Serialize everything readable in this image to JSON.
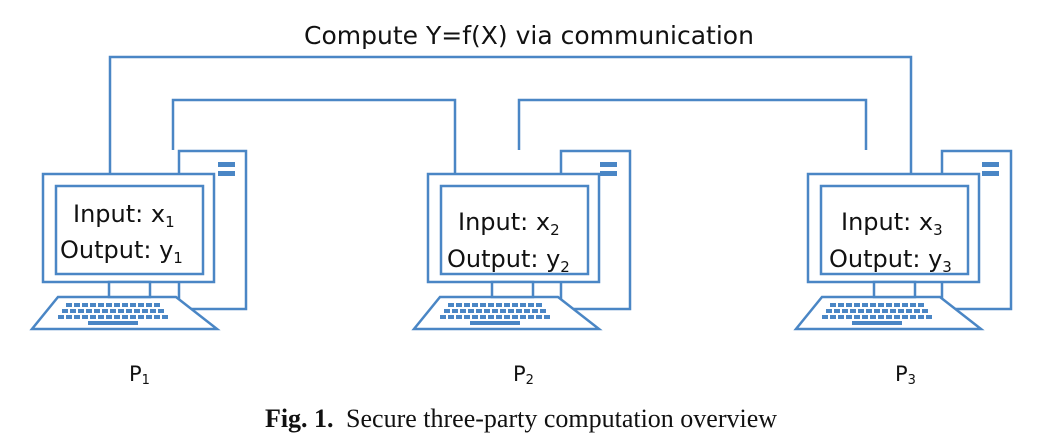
{
  "diagram": {
    "title": "Compute Y=f(X) via communication",
    "parties": [
      {
        "input_label": "Input: x",
        "input_sub": "1",
        "output_label": "Output: y",
        "output_sub": "1",
        "name": "P",
        "name_sub": "1"
      },
      {
        "input_label": "Input: x",
        "input_sub": "2",
        "output_label": "Output: y",
        "output_sub": "2",
        "name": "P",
        "name_sub": "2"
      },
      {
        "input_label": "Input: x",
        "input_sub": "3",
        "output_label": "Output: y",
        "output_sub": "3",
        "name": "P",
        "name_sub": "3"
      }
    ],
    "accent_color": "#4a86c5"
  },
  "caption": {
    "label": "Fig. 1.",
    "text": "Secure three-party computation overview"
  }
}
